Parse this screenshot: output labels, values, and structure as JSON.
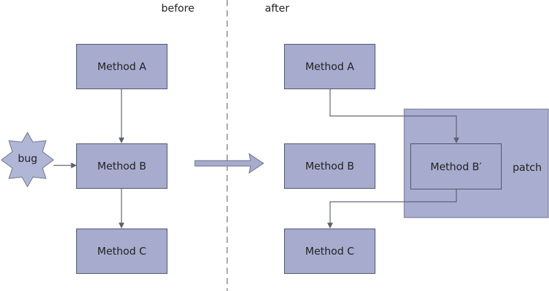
{
  "headers": {
    "before": "before",
    "after": "after"
  },
  "before": {
    "method_a": "Method A",
    "method_b": "Method B",
    "method_c": "Method C",
    "bug": "bug"
  },
  "after": {
    "method_a": "Method A",
    "method_b": "Method B",
    "method_b_prime": "Method B′",
    "method_c": "Method C",
    "patch": "patch"
  },
  "colors": {
    "box_fill": "#a7acce",
    "box_border": "#4a4f6a",
    "patch_fill": "#a9aed0",
    "bug_fill": "#b0b6d6",
    "arrow": "#5b5f73",
    "transition_arrow": "#a7acce",
    "divider": "#888888"
  }
}
